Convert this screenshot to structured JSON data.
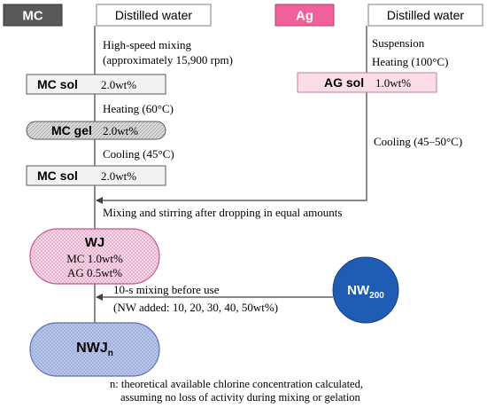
{
  "nodes": {
    "mc": {
      "label": "MC"
    },
    "water_left": {
      "label": "Distilled water"
    },
    "ag": {
      "label": "Ag"
    },
    "water_right": {
      "label": "Distilled water"
    },
    "mc_sol_1": {
      "label": "MC sol",
      "conc": "2.0wt%"
    },
    "mc_gel": {
      "label": "MC gel",
      "conc": "2.0wt%"
    },
    "mc_sol_2": {
      "label": "MC sol",
      "conc": "2.0wt%"
    },
    "ag_sol": {
      "label": "AG sol",
      "conc": "1.0wt%"
    },
    "wj": {
      "label": "WJ",
      "line1": "MC 1.0wt%",
      "line2": "AG 0.5wt%"
    },
    "nw200": {
      "label": "NW",
      "subscript": "200"
    },
    "nwj": {
      "label": "NWJ",
      "subscript": "n"
    }
  },
  "steps": {
    "high_speed_1": "High-speed mixing",
    "high_speed_2": "(approximately 15,900 rpm)",
    "heating_60": "Heating (60°C)",
    "cooling_45": "Cooling (45°C)",
    "suspension": "Suspension",
    "heating_100": "Heating (100°C)",
    "cooling_45_50": "Cooling (45–50°C)",
    "mixing_stirring": "Mixing and stirring after dropping in equal amounts",
    "ten_s_mixing": "10-s mixing before use",
    "nw_added": "(NW added: 10, 20, 30, 40, 50wt%)"
  },
  "footnote": {
    "line1": "n: theoretical available chlorine concentration calculated,",
    "line2": "assuming no loss of activity during mixing or gelation"
  },
  "colors": {
    "mc_fill": "#595959",
    "ag_fill": "#f0609a",
    "ag_sol_fill": "#fbdde8",
    "box_fill": "#f2f2f2",
    "gel_fill": "#dcdcdc",
    "wj_fill": "#f6cfe3",
    "wj_stroke": "#c45a8e",
    "nw_fill": "#1f5db4",
    "nwj_fill": "#aab8e0",
    "line": "#404040"
  }
}
